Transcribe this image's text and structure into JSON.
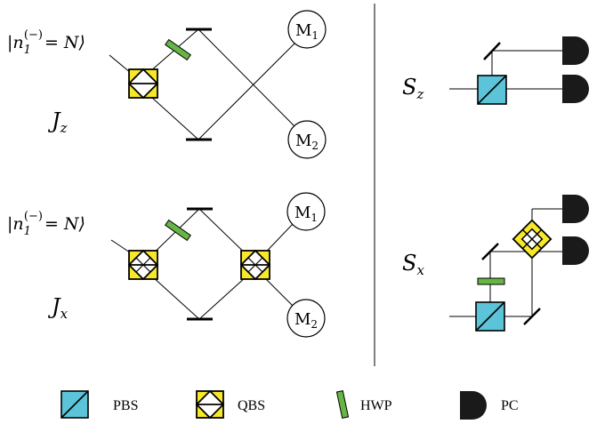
{
  "top_left": {
    "input_state": "|n",
    "input_sub": "1",
    "input_sup": "(−)",
    "input_tail": "= N⟩",
    "operator_letter": "J",
    "operator_sub": "z",
    "m1_letter": "M",
    "m1_sub": "1",
    "m2_letter": "M",
    "m2_sub": "2"
  },
  "bottom_left": {
    "input_state": "|n",
    "input_sub": "1",
    "input_sup": "(−)",
    "input_tail": "= N⟩",
    "operator_letter": "J",
    "operator_sub": "x",
    "m1_letter": "M",
    "m1_sub": "1",
    "m2_letter": "M",
    "m2_sub": "2"
  },
  "top_right": {
    "operator_letter": "S",
    "operator_sub": "z"
  },
  "bottom_right": {
    "operator_letter": "S",
    "operator_sub": "x"
  },
  "legend": [
    {
      "icon": "pbs-icon",
      "label": "PBS"
    },
    {
      "icon": "qbs-icon",
      "label": "QBS"
    },
    {
      "icon": "hwp-icon",
      "label": "HWP"
    },
    {
      "icon": "pc-icon",
      "label": "PC"
    }
  ],
  "colors": {
    "pbs": "#5bc4d8",
    "qbs": "#f7e82a",
    "hwp": "#66b545",
    "pc": "#1a1a1a"
  }
}
